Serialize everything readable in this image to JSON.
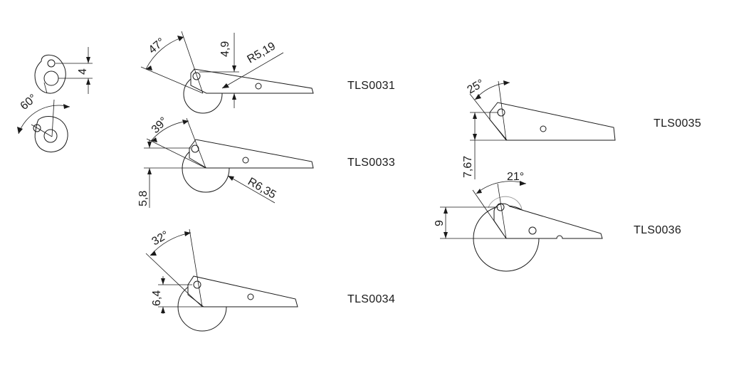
{
  "labels": {
    "tls0031": "TLS0031",
    "tls0033": "TLS0033",
    "tls0034": "TLS0034",
    "tls0035": "TLS0035",
    "tls0036": "TLS0036"
  },
  "dims": {
    "small_top_height": "4",
    "small_bottom_angle": "60°",
    "d31_angle": "47°",
    "d31_height": "4,9",
    "d31_radius": "R5,19",
    "d33_angle": "39°",
    "d33_height": "5,8",
    "d33_radius": "R6,35",
    "d34_angle": "32°",
    "d34_height": "6,4",
    "d35_angle": "25°",
    "d35_height": "7,67",
    "d36_angle": "21°",
    "d36_height": "9"
  }
}
